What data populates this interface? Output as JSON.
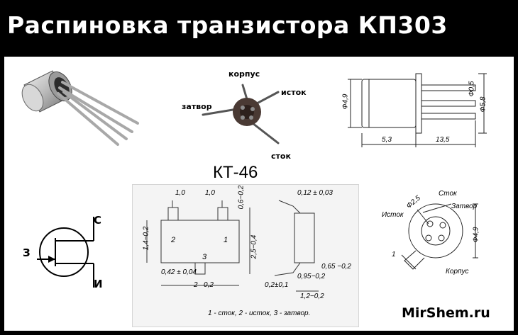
{
  "title": "Распиновка транзистора КП303",
  "watermark": "MirShem.ru",
  "metal_can_pinout": {
    "labels": {
      "body": "корпус",
      "source": "исток",
      "gate": "затвор",
      "drain": "сток"
    }
  },
  "can_outline_drawing": {
    "dimensions": [
      "Ф4,9",
      "Ф0,5",
      "Ф5,8",
      "5,3",
      "13,5"
    ]
  },
  "package_name": "КТ-46",
  "smd_drawing": {
    "dimensions": [
      "1,0",
      "1,0",
      "0,6−0,2",
      "0,12 ± 0,03",
      "1,4−0,2",
      "2,5−0,4",
      "0,42 ± 0,04",
      "2",
      "0,2",
      "0,2±0,1",
      "0,95−0,2",
      "0,65 −0,2",
      "1,2−0,2"
    ],
    "pins": [
      "2",
      "1",
      "3"
    ],
    "legend": "1 - сток, 2 - исток, 3 - затвор."
  },
  "schematic_symbol": {
    "drain": "С",
    "gate": "З",
    "source": "И"
  },
  "bottom_view": {
    "labels": {
      "drain": "Сток",
      "source": "Исток",
      "gate": "Затвор",
      "body": "Корпус"
    },
    "dimensions": [
      "Ф2,5",
      "Ф4,9",
      "1"
    ]
  }
}
